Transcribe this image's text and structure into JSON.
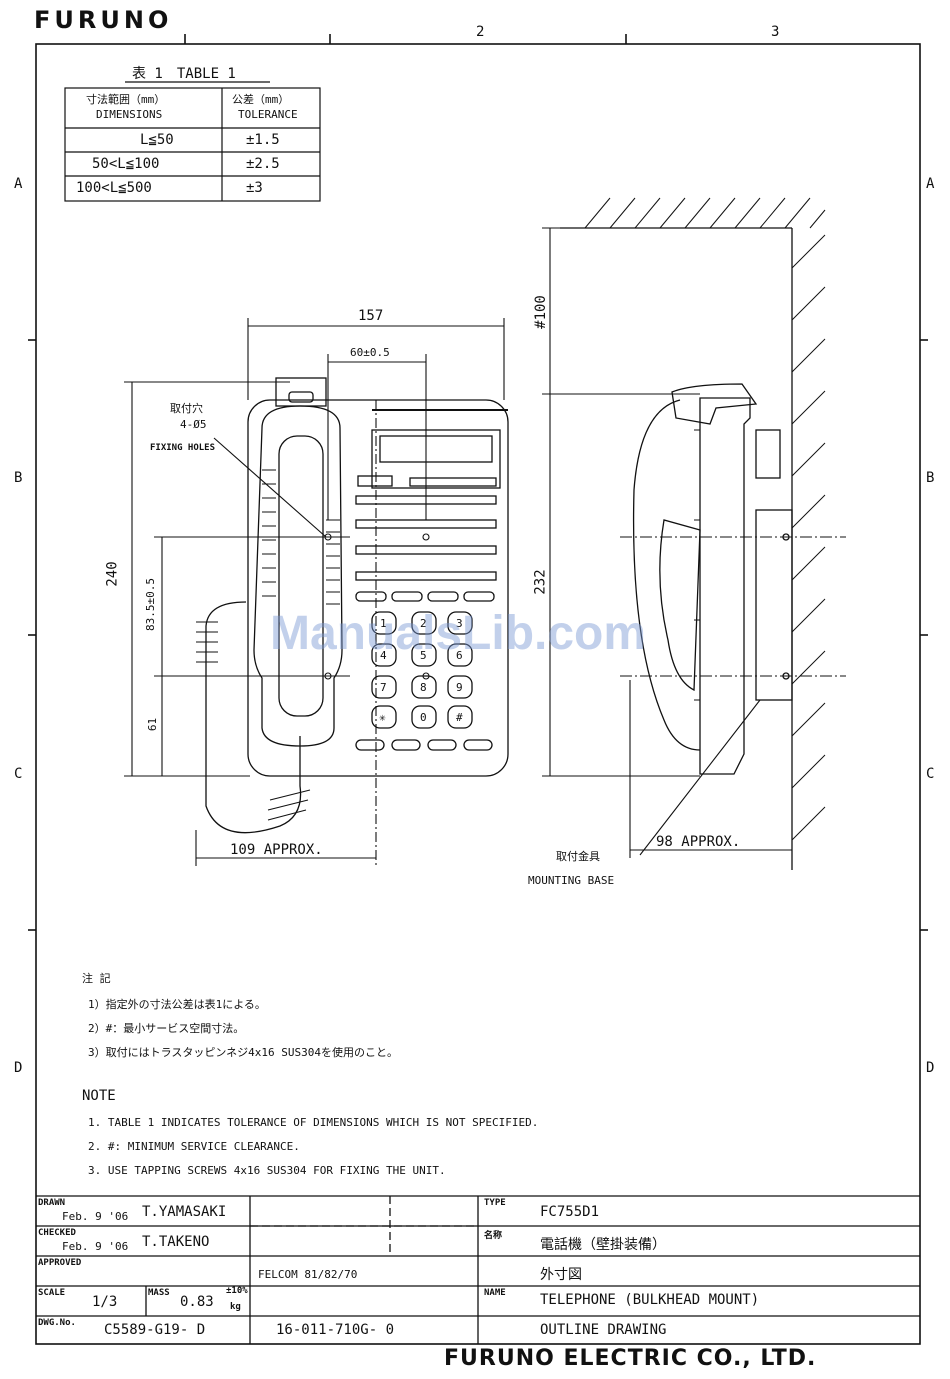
{
  "header": {
    "logo": "FURUNO",
    "zone_cols": [
      "2",
      "3"
    ],
    "zone_rows": [
      "A",
      "B",
      "C",
      "D"
    ]
  },
  "tolerance_table": {
    "title": "表 1　TABLE 1",
    "col1_jp": "寸法範囲（mm）",
    "col1_en": "DIMENSIONS",
    "col2_jp": "公差（mm）",
    "col2_en": "TOLERANCE",
    "rows": [
      {
        "dim": "L≦50",
        "tol": "±1.5"
      },
      {
        "dim": "50<L≦100",
        "tol": "±2.5"
      },
      {
        "dim": "100<L≦500",
        "tol": "±3"
      }
    ]
  },
  "front_view": {
    "width_dim": "157",
    "hole_spacing": "60±0.5",
    "height_dim": "240",
    "hole_height_1": "83.5±0.5",
    "hole_height_2": "61",
    "cord_dim": "109 APPROX.",
    "fixing_holes_jp": "取付穴",
    "fixing_holes_count": "4-Ø5",
    "fixing_holes_en": "FIXING HOLES",
    "keypad": [
      "1",
      "2",
      "3",
      "4",
      "5",
      "6",
      "7",
      "8",
      "9",
      "✳",
      "0",
      "#"
    ]
  },
  "side_view": {
    "clearance": "#100",
    "height_dim": "232",
    "depth_dim": "98 APPROX.",
    "mounting_jp": "取付金具",
    "mounting_en": "MOUNTING BASE"
  },
  "watermark": "ManualsLib.com",
  "notes_jp": {
    "title": "注 記",
    "items": [
      "1）指定外の寸法公差は表1による。",
      "2）#：最小サービス空間寸法。",
      "3）取付にはトラスタッピンネジ4x16 SUS304を使用のこと。"
    ]
  },
  "notes_en": {
    "title": "NOTE",
    "items": [
      "1. TABLE 1 INDICATES TOLERANCE OF DIMENSIONS WHICH IS NOT SPECIFIED.",
      "2. #: MINIMUM SERVICE CLEARANCE.",
      "3. USE TAPPING SCREWS 4x16 SUS304 FOR FIXING THE UNIT."
    ]
  },
  "title_block": {
    "drawn_label": "DRAWN",
    "drawn_date": "Feb. 9 '06",
    "drawn_by": "T.YAMASAKI",
    "checked_label": "CHECKED",
    "checked_date": "Feb. 9 '06",
    "checked_by": "T.TAKENO",
    "approved_label": "APPROVED",
    "model_ref": "FELCOM 81/82/70",
    "scale_label": "SCALE",
    "scale": "1/3",
    "mass_label": "MASS",
    "mass": "0.83",
    "mass_tol": "±10%",
    "mass_unit": "kg",
    "dwg_label": "DWG.No.",
    "dwg_no": "C5589-G19- D",
    "part_no": "16-011-710G- 0",
    "type_label": "TYPE",
    "type": "FC755D1",
    "name_jp_label": "名称",
    "name_jp_1": "電話機（壁掛装備）",
    "name_jp_2": "外寸図",
    "name_label": "NAME",
    "name_1": "TELEPHONE (BULKHEAD MOUNT)",
    "name_2": "OUTLINE DRAWING"
  },
  "footer": {
    "company": "FURUNO ELECTRIC CO., LTD."
  }
}
